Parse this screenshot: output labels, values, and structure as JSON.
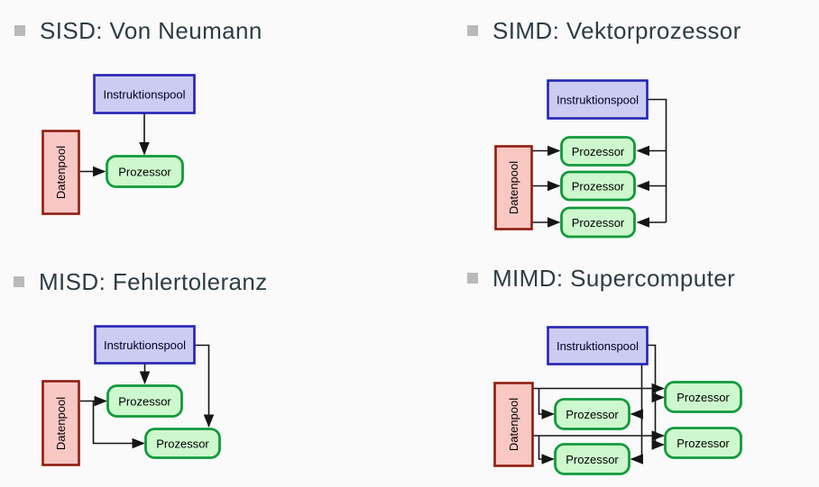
{
  "slide": {
    "background": "#fafafa",
    "quadrants": [
      {
        "id": "sisd",
        "title": "SISD: Von Neumann"
      },
      {
        "id": "simd",
        "title": "SIMD: Vektorprozessor"
      },
      {
        "id": "misd",
        "title": "MISD: Fehlertoleranz"
      },
      {
        "id": "mimd",
        "title": "MIMD: Supercomputer"
      }
    ],
    "diagram_labels": {
      "instruction_pool": "Instruktionspool",
      "data_pool": "Datenpool",
      "processor": "Prozessor"
    },
    "colors": {
      "title_text": "#2e3d44",
      "bullet": "#b9b9b9",
      "instruction_pool_fill": "#ccccf3",
      "instruction_pool_border": "#2323b3",
      "data_pool_fill": "#f9c8c3",
      "data_pool_border": "#8e1c10",
      "processor_fill": "#cdf8cd",
      "processor_border": "#12993c",
      "arrow": "#151515"
    }
  }
}
